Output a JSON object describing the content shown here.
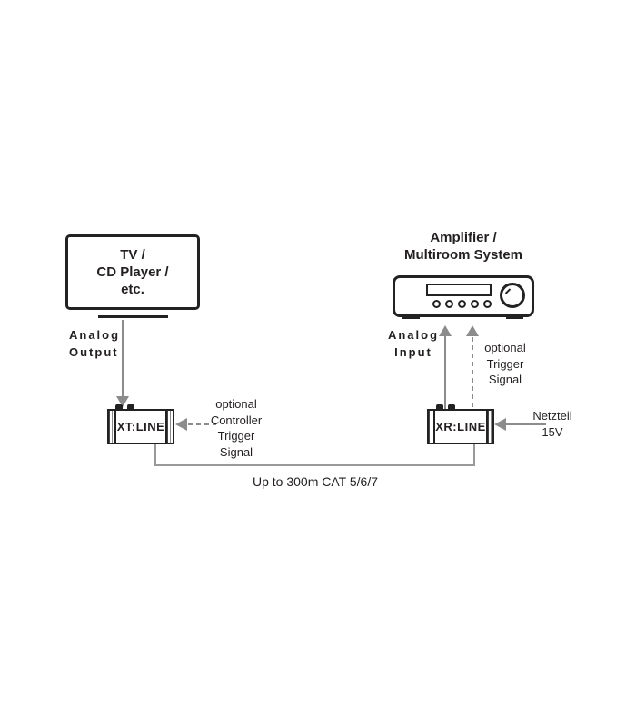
{
  "diagram": {
    "source": {
      "label": "TV /\nCD Player /\netc.",
      "output_label": "Analog\nOutput"
    },
    "transmitter": {
      "label": "XT:LINE",
      "trigger_note": "optional\nController\nTrigger\nSignal"
    },
    "receiver": {
      "label": "XR:LINE",
      "power_note": "Netzteil\n15V"
    },
    "amplifier": {
      "label": "Amplifier /\nMultiroom System",
      "input_label": "Analog\nInput",
      "trigger_note": "optional\nTrigger\nSignal"
    },
    "cable": {
      "label": "Up to 300m CAT 5/6/7"
    },
    "colors": {
      "ink": "#231f20",
      "arrow_gray": "#8c8c8c",
      "cable_gray": "#999999"
    }
  }
}
